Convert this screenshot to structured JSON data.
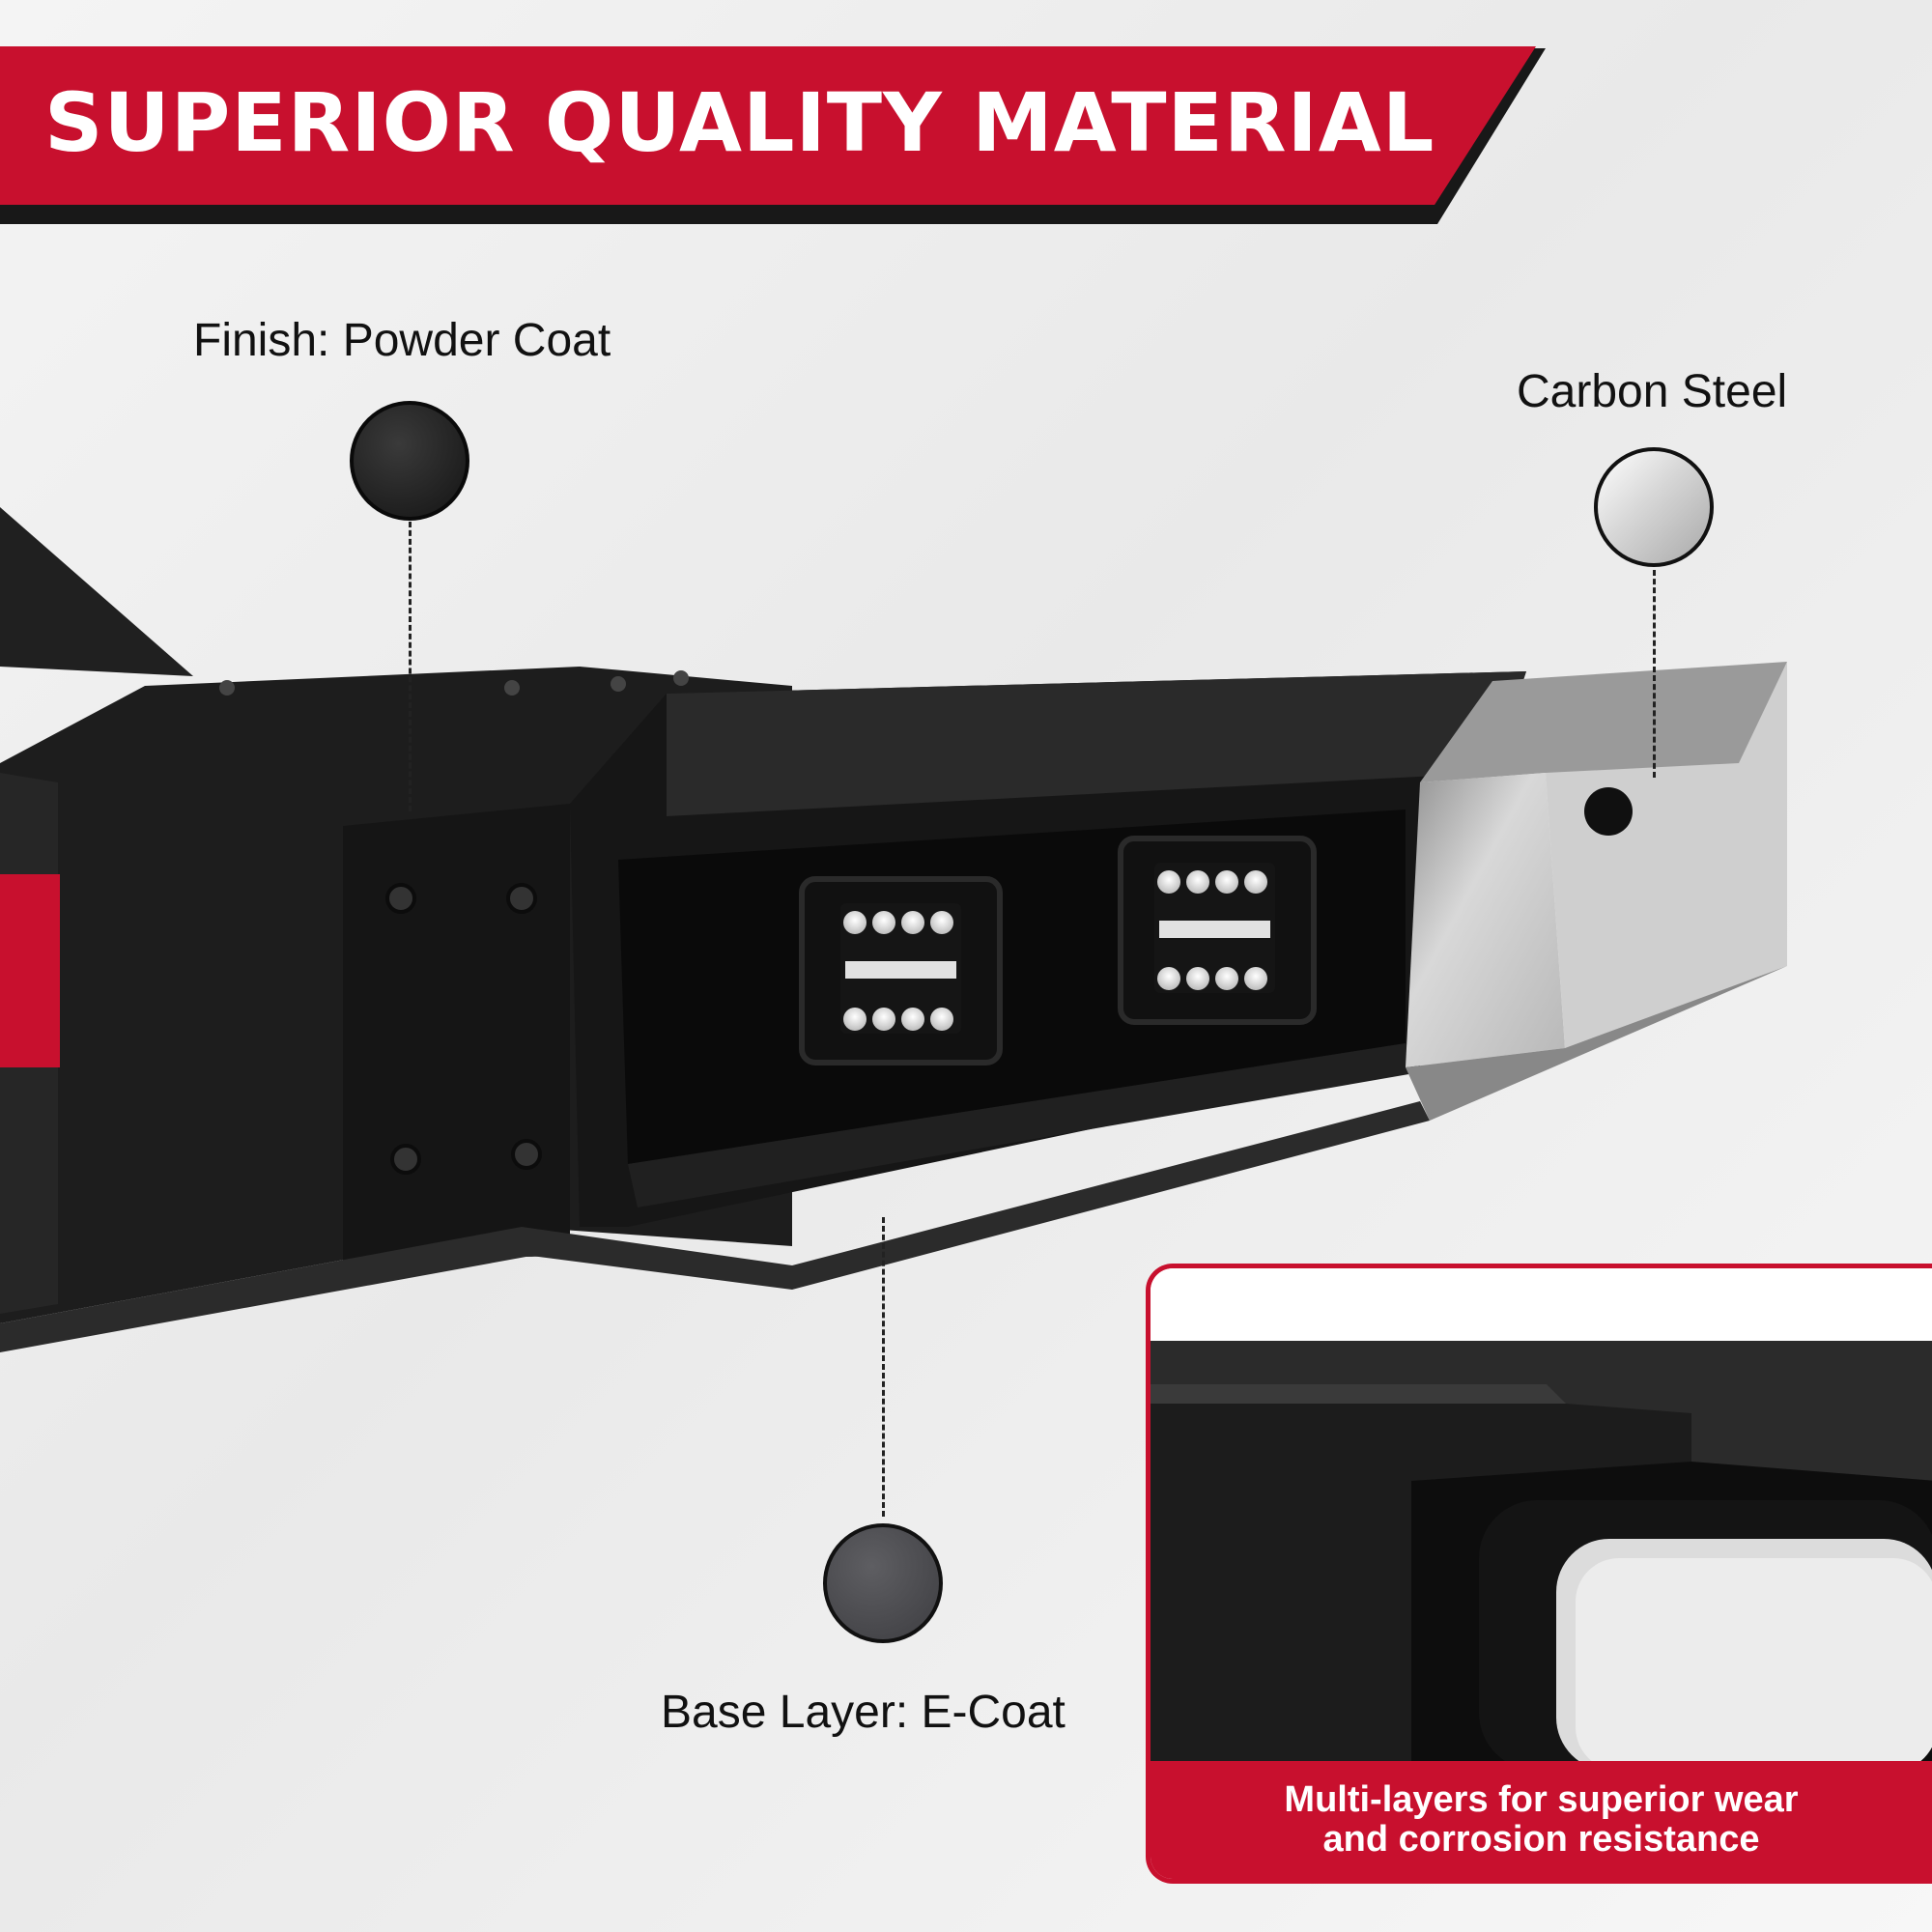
{
  "header": {
    "title": "SUPERIOR QUALITY MATERIAL"
  },
  "callouts": {
    "finish": {
      "label": "Finish: Powder Coat",
      "icon": "powder-coat-swatch-icon"
    },
    "steel": {
      "label": "Carbon Steel",
      "icon": "carbon-steel-swatch-icon"
    },
    "base": {
      "label": "Base Layer: E-Coat",
      "icon": "e-coat-swatch-icon"
    }
  },
  "inset": {
    "caption": "Multi-layers for superior wear and corrosion resistance"
  },
  "colors": {
    "accent": "#c8102e",
    "bumper": "#1c1c1c",
    "steel": "#c9c9c9"
  }
}
